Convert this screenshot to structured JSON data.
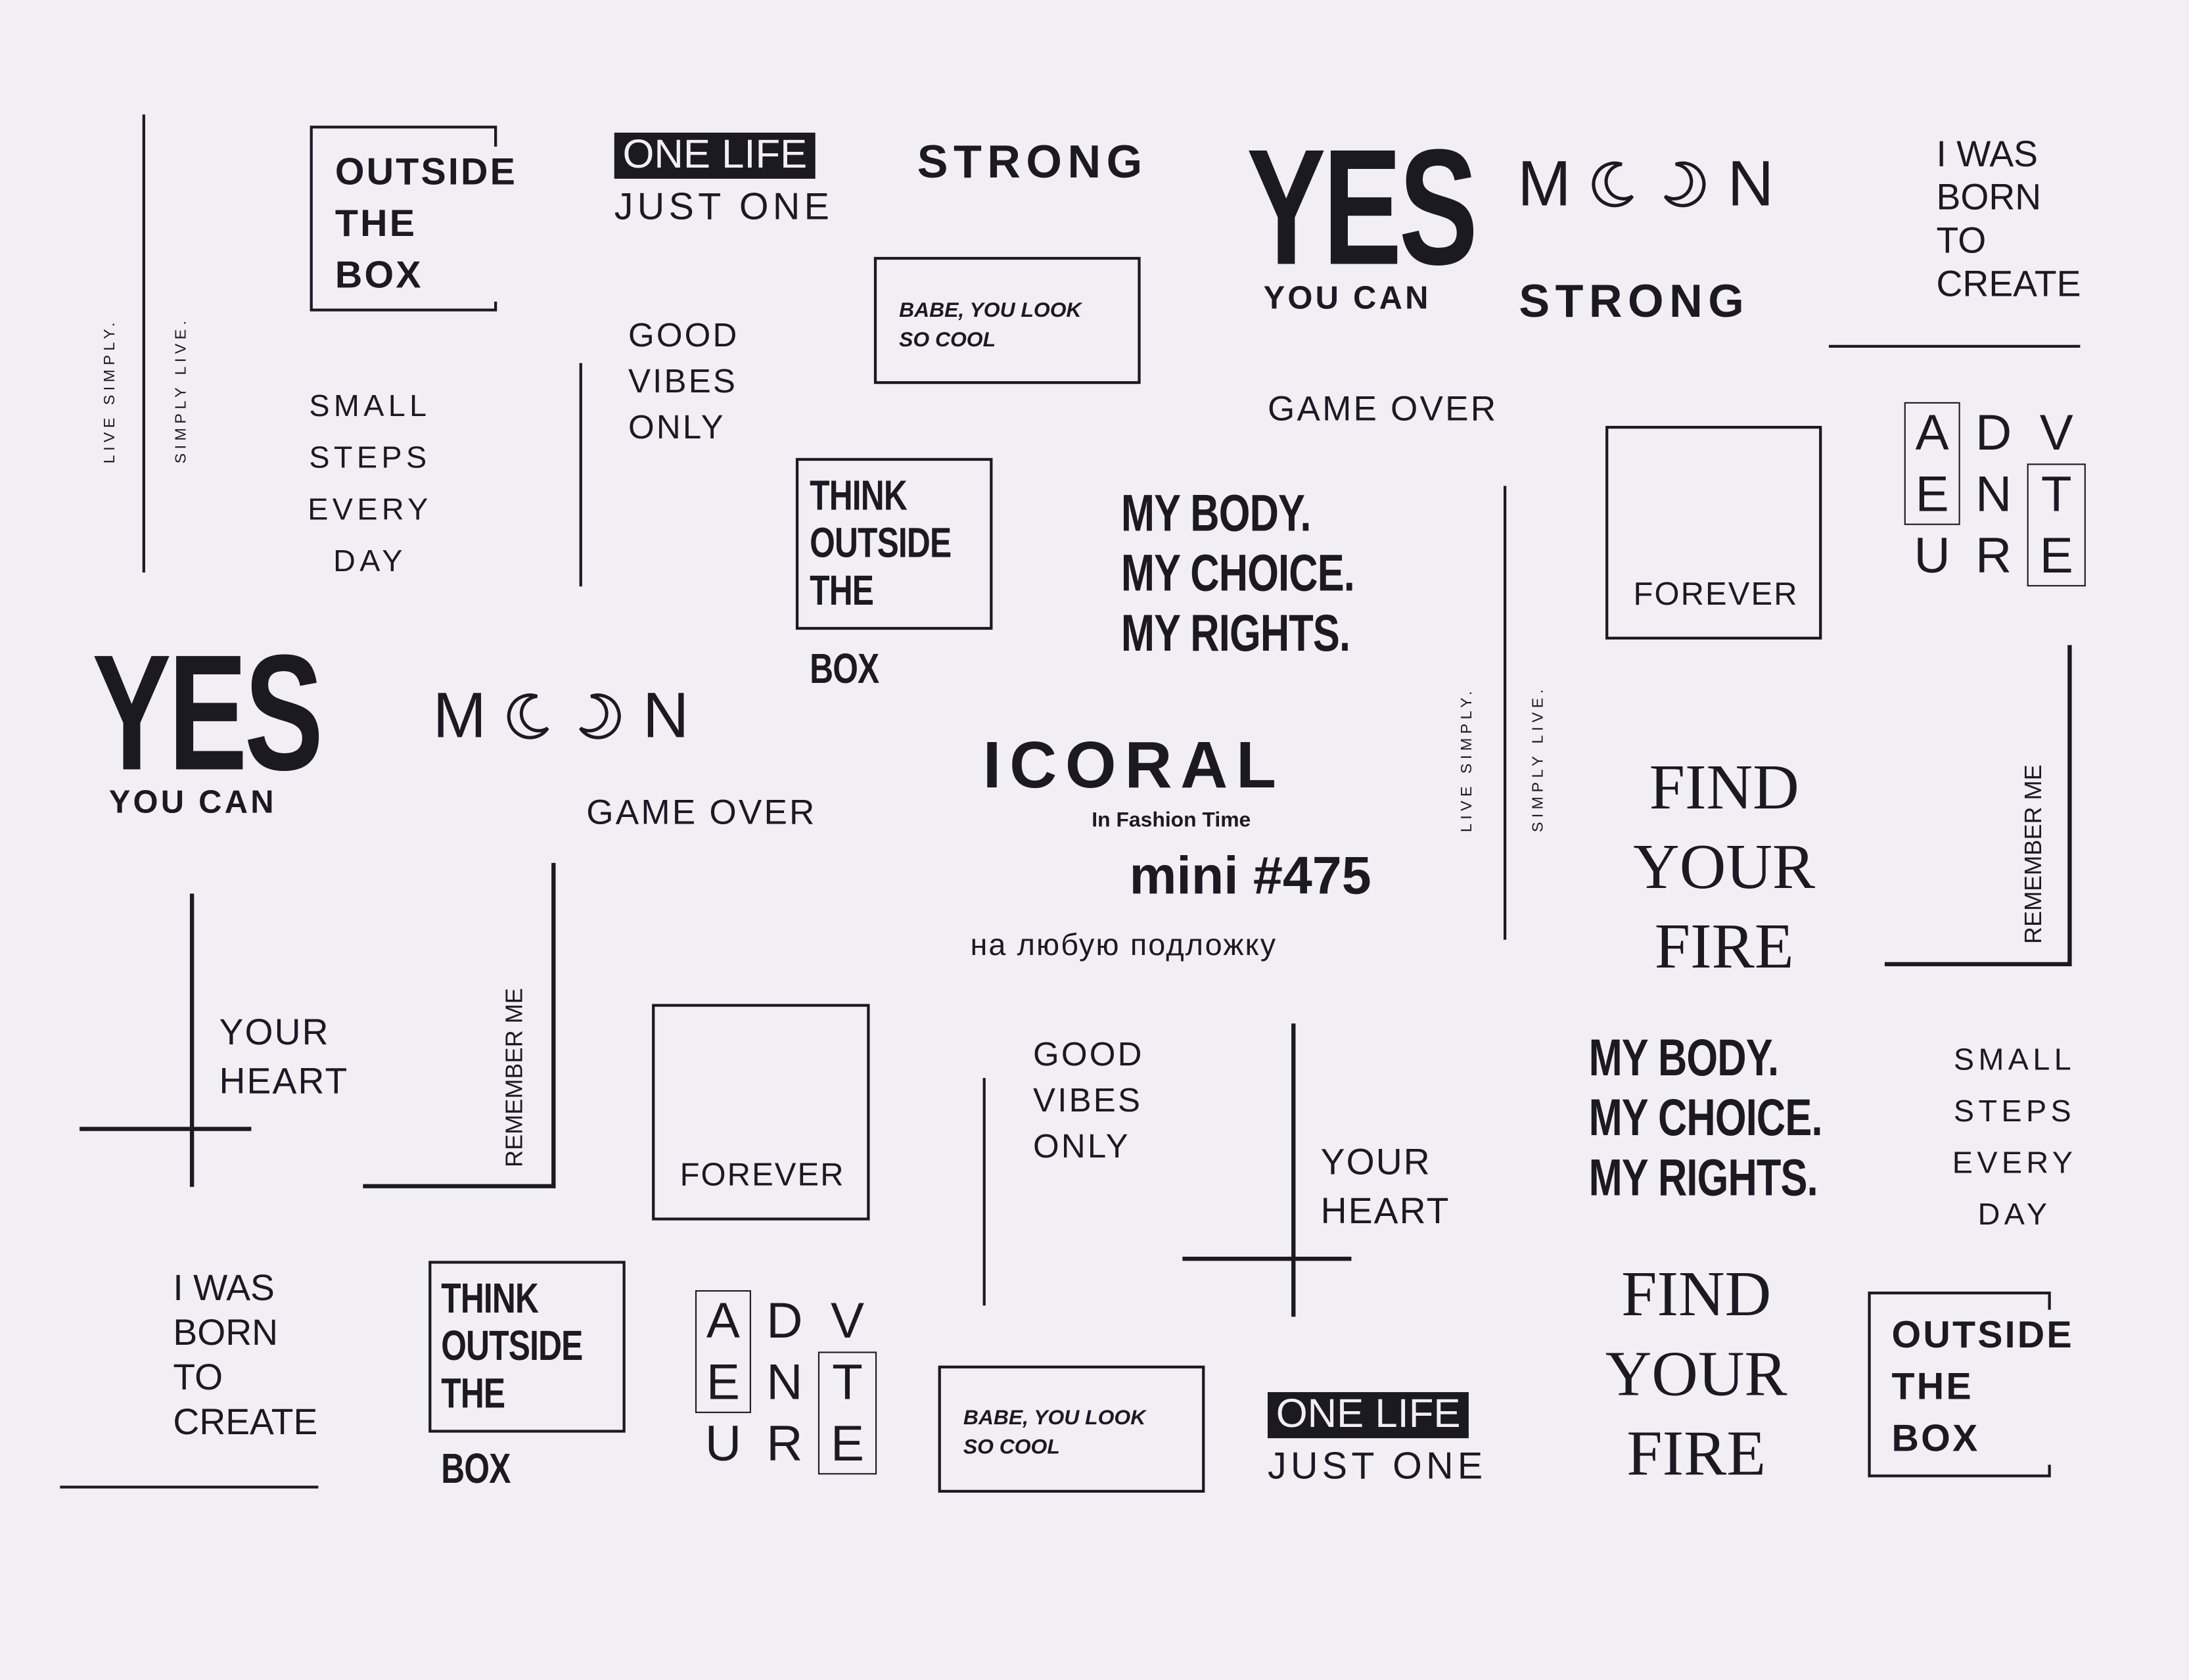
{
  "outside_box": [
    "OUTSIDE",
    "THE",
    "BOX"
  ],
  "one_life": {
    "top": "ONE LIFE",
    "bottom": "JUST ONE"
  },
  "strong": "STRONG",
  "yes": {
    "big": "YES",
    "small": "YOU CAN"
  },
  "moon": {
    "first": "M",
    "last": "N"
  },
  "born": [
    "I WAS",
    "BORN",
    "TO",
    "CREATE"
  ],
  "live_simply": "LIVE SIMPLY.",
  "simply_live": "SIMPLY LIVE.",
  "babe": [
    "BABE, YOU LOOK",
    "SO COOL"
  ],
  "good_vibes": [
    "GOOD",
    "VIBES",
    "ONLY"
  ],
  "small_steps": [
    "SMALL",
    "STEPS",
    "EVERY",
    "DAY"
  ],
  "game_over": "GAME OVER",
  "think": [
    "THINK",
    "OUTSIDE",
    "THE",
    "BOX"
  ],
  "my_body": [
    "MY BODY.",
    "MY CHOICE.",
    "MY RIGHTS."
  ],
  "forever": "FOREVER",
  "adventure": [
    "A",
    "D",
    "V",
    "E",
    "N",
    "T",
    "U",
    "R",
    "E"
  ],
  "brand": {
    "name": "ICORAL",
    "tagline": "In Fashion Time",
    "product": "mini #475",
    "note": "на любую подложку"
  },
  "fire": [
    "FIND",
    "YOUR",
    "FIRE"
  ],
  "remember": "REMEMBER ME",
  "heart": [
    "YOUR",
    "HEART"
  ],
  "colors": {
    "ink": "#1b1922",
    "paper": "#f1eff3"
  }
}
